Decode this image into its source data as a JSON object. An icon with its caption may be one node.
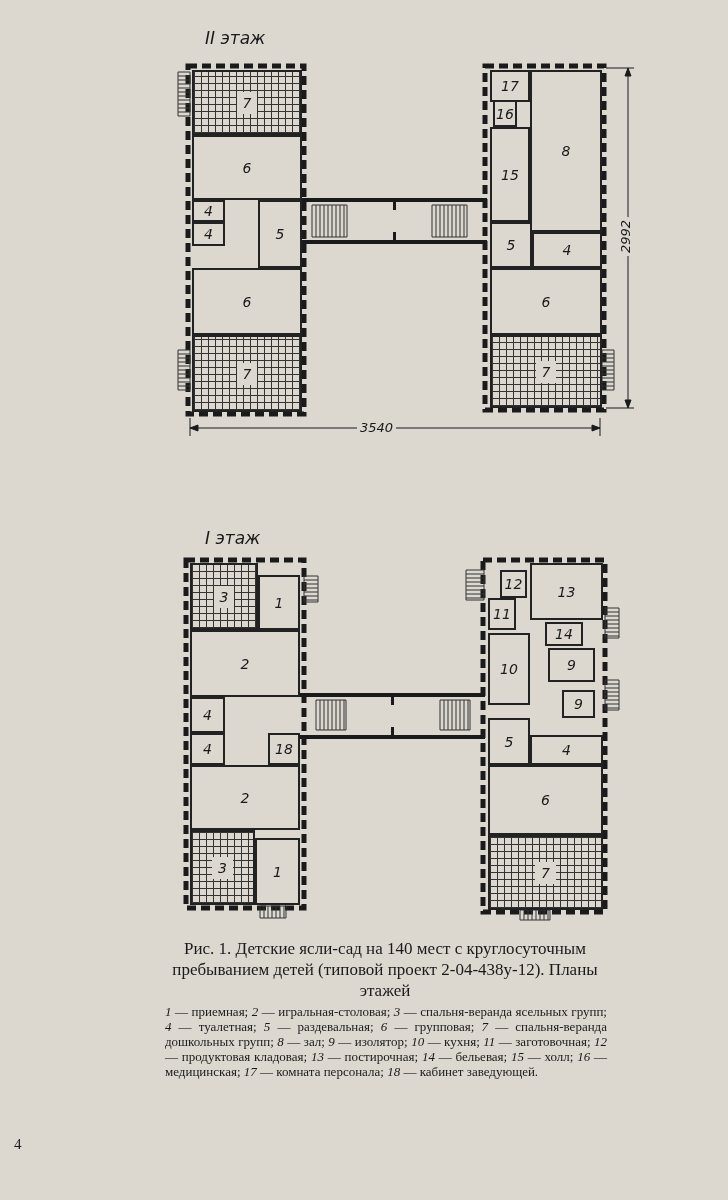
{
  "diagram": {
    "caption": "Рис. 1. Детские ясли-сад на 140 мест с круглосуточным пребыванием детей (типовой проект 2-04-438у-12). Планы этажей",
    "nodes": [
      {
        "text": [
          "7"
        ]
      },
      {
        "text": [
          "6"
        ]
      },
      {
        "text": [
          "4"
        ]
      },
      {
        "text": [
          "4"
        ]
      },
      {
        "text": [
          "5"
        ]
      },
      {
        "text": [
          "6"
        ]
      },
      {
        "text": [
          "7"
        ]
      },
      {
        "text": [
          "17"
        ]
      },
      {
        "text": [
          "16"
        ]
      },
      {
        "text": [
          "15"
        ]
      },
      {
        "text": [
          "8"
        ]
      },
      {
        "text": [
          "5"
        ]
      },
      {
        "text": [
          "4"
        ]
      },
      {
        "text": [
          "6"
        ]
      },
      {
        "text": [
          "7"
        ]
      },
      {
        "text": [
          "3"
        ]
      },
      {
        "text": [
          "1"
        ]
      },
      {
        "text": [
          "2"
        ]
      },
      {
        "text": [
          "4"
        ]
      },
      {
        "text": [
          "4"
        ]
      },
      {
        "text": [
          "18"
        ]
      },
      {
        "text": [
          "2"
        ]
      },
      {
        "text": [
          "3"
        ]
      },
      {
        "text": [
          "1"
        ]
      },
      {
        "text": [
          "12"
        ]
      },
      {
        "text": [
          "11"
        ]
      },
      {
        "text": [
          "13"
        ]
      },
      {
        "text": [
          "14"
        ]
      },
      {
        "text": [
          "10"
        ]
      },
      {
        "text": [
          "9"
        ]
      },
      {
        "text": [
          "9"
        ]
      },
      {
        "text": [
          "5"
        ]
      },
      {
        "text": [
          "4"
        ]
      },
      {
        "text": [
          "6"
        ]
      },
      {
        "text": [
          "7"
        ]
      }
    ],
    "edges": [],
    "labels": [
      "II этаж",
      "2992",
      "3540",
      "I этаж",
      "*1* — приемная; *2* — игральная-столовая; *3* — спальня-веранда ясельных групп; *4* — туалетная; *5* — раздевальная; *6* — групповая; *7* — спальня-веранда дошкольных групп; *8* — зал; *9* — изолятор; *10* — кухня; *11* — заготовочная; *12* — продуктовая кладовая; *13* — постирочная; *14* — бельевая; *15* — холл; *16* — медицинская; *17* — комната персонала; *18* — кабинет заведующей.",
      "4"
    ]
  }
}
